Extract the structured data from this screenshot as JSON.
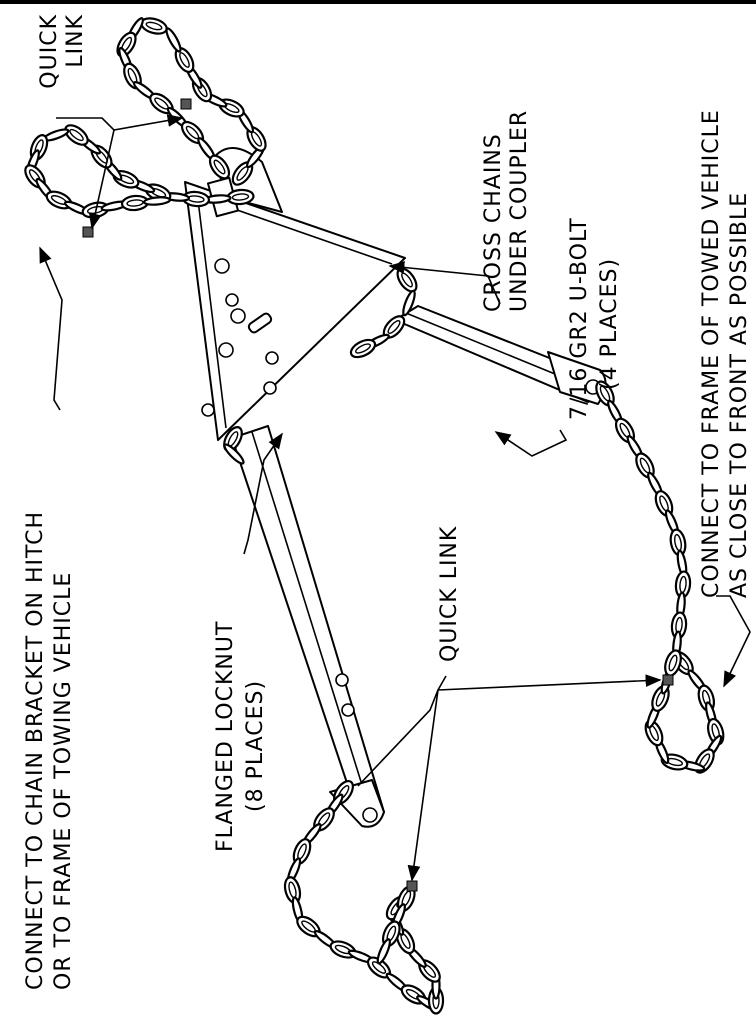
{
  "labels": {
    "quick_link_top": [
      "QUICK",
      "LINK"
    ],
    "cross_chains": [
      "CROSS CHAINS",
      "UNDER COUPLER"
    ],
    "connect_towed": [
      "CONNECT TO FRAME OF TOWED VEHICLE",
      "AS CLOSE TO FRONT AS POSSIBLE"
    ],
    "u_bolt": [
      "7/16 GR2 U-BOLT",
      "(4 PLACES)"
    ],
    "connect_hitch": [
      "CONNECT TO CHAIN BRACKET ON HITCH",
      "OR TO FRAME OF TOWING VEHICLE"
    ],
    "quick_link_bottom": "QUICK LINK",
    "flanged_locknut": [
      "FLANGED LOCKNUT",
      "(8 PLACES)"
    ]
  }
}
